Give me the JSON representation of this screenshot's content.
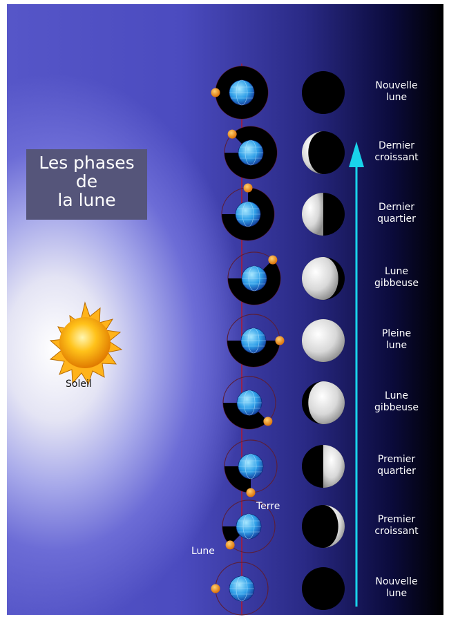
{
  "title": {
    "line1": "Les phases",
    "line2": "de",
    "line3": "la lune"
  },
  "sun_label": "Soleil",
  "earth_label": "Terre",
  "moon_label": "Lune",
  "phases": [
    {
      "line1": "Nouvelle",
      "line2": "lune"
    },
    {
      "line1": "Dernier",
      "line2": "croissant"
    },
    {
      "line1": "Dernier",
      "line2": "quartier"
    },
    {
      "line1": "Lune",
      "line2": "gibbeuse"
    },
    {
      "line1": "Pleine",
      "line2": "lune"
    },
    {
      "line1": "Lune",
      "line2": "gibbeuse"
    },
    {
      "line1": "Premier",
      "line2": "quartier"
    },
    {
      "line1": "Premier",
      "line2": "croissant"
    },
    {
      "line1": "Nouvelle",
      "line2": "lune"
    }
  ],
  "colors": {
    "arrow": "#19d3ea",
    "orbit_line": "#d01010",
    "moon": "#f39a1a",
    "earth": "#2f9fe8"
  }
}
